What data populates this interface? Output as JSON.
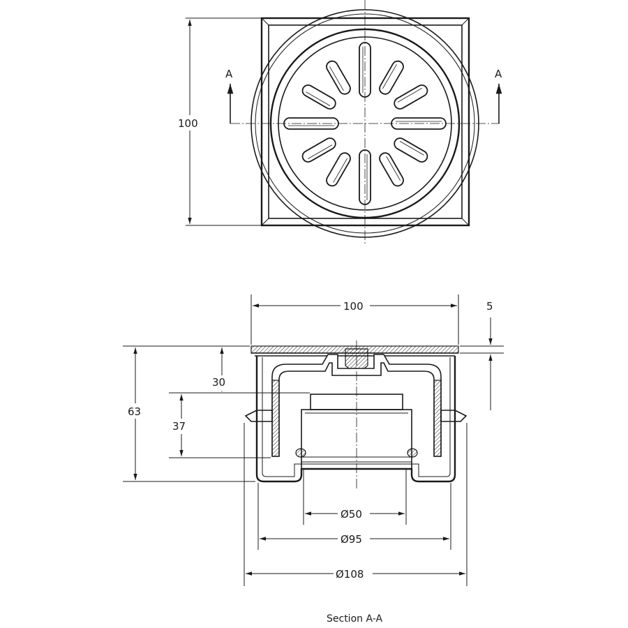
{
  "top_view": {
    "section_marker_left": "A",
    "section_marker_right": "A",
    "height_dimension": "100"
  },
  "section_view": {
    "width_dimension": "100",
    "top_thickness": "5",
    "depth_30": "30",
    "depth_37": "37",
    "overall_height": "63",
    "outlet_diameter": "Ø50",
    "body_diameter": "Ø95",
    "flange_diameter": "Ø108"
  },
  "caption": "Section A-A"
}
